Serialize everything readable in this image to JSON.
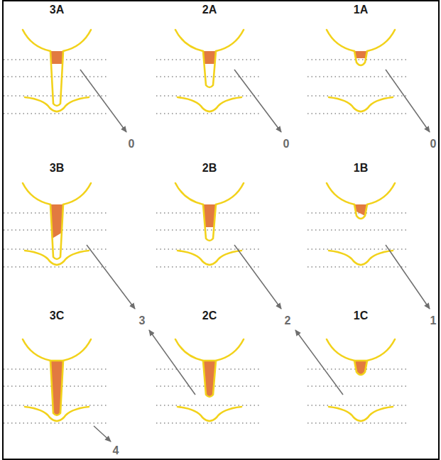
{
  "diagram": {
    "labels": [
      "3A",
      "2A",
      "1A",
      "0",
      "0",
      "0",
      "3B",
      "2B",
      "1B",
      "3",
      "2",
      "1",
      "3C",
      "2C",
      "1C",
      "4"
    ]
  }
}
